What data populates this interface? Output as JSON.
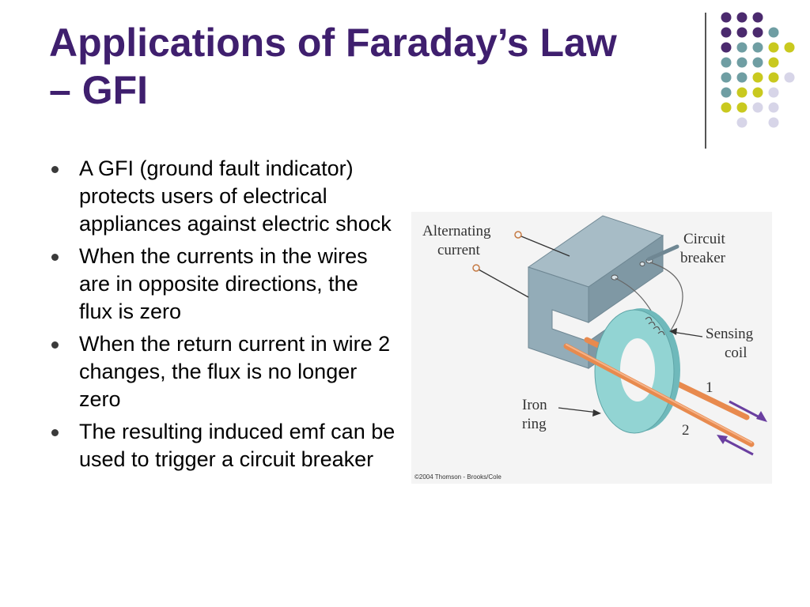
{
  "slide": {
    "title_line1": "Applications of Faraday’s Law",
    "title_line2": "– GFI",
    "bullets": [
      "A GFI (ground fault indicator) protects users of electrical appliances against electric shock",
      "When the currents in the wires are in opposite directions, the flux is zero",
      "When the return current in wire 2 changes, the flux is no longer zero",
      "The resulting induced emf can be used to trigger a circuit breaker"
    ]
  },
  "figure": {
    "label_ac_1": "Alternating",
    "label_ac_2": "current",
    "label_cb_1": "Circuit",
    "label_cb_2": "breaker",
    "label_sc_1": "Sensing",
    "label_sc_2": "coil",
    "label_iron_1": "Iron",
    "label_iron_2": "ring",
    "label_wire1": "1",
    "label_wire2": "2",
    "copyright": "©2004 Thomson - Brooks/Cole"
  },
  "colors": {
    "title": "#3f1f6e",
    "dot_purple": "#4b2a6e",
    "dot_teal": "#6f9ea3",
    "dot_yellow": "#c9c91f",
    "dot_lavender": "#d7d5e8",
    "core": "#8fa9b5",
    "ring": "#8ad0d0",
    "wire": "#e88a4e",
    "arrow": "#6a3fa0"
  }
}
